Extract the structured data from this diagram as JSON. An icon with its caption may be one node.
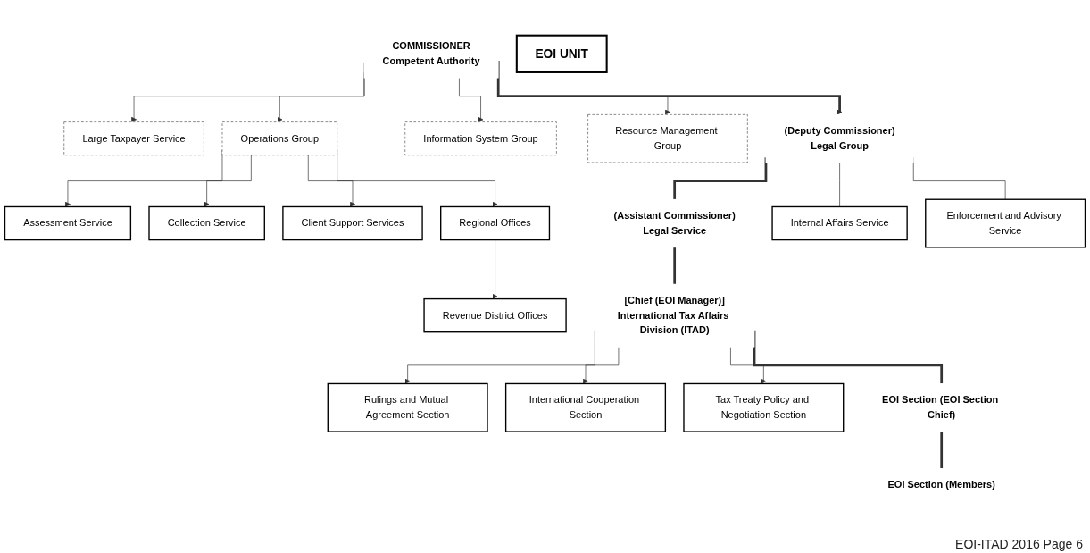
{
  "diagram": {
    "nodes": [
      {
        "text": [
          "COMMISSIONER",
          "Competent Authority"
        ]
      },
      {
        "text": [
          "Large Taxpayer Service"
        ]
      },
      {
        "text": [
          "Operations Group"
        ]
      },
      {
        "text": [
          "Information System Group"
        ]
      },
      {
        "text": [
          "Resource Management Group"
        ]
      },
      {
        "text": [
          "(Deputy Commissioner)",
          "Legal Group"
        ]
      },
      {
        "text": [
          "Assessment Service"
        ]
      },
      {
        "text": [
          "Collection Service"
        ]
      },
      {
        "text": [
          "Client Support Services"
        ]
      },
      {
        "text": [
          "(Assistant Commissioner)",
          "Legal Service"
        ]
      },
      {
        "text": [
          "Internal Affairs Service"
        ]
      },
      {
        "text": [
          "Enforcement and Advisory Service"
        ]
      },
      {
        "text": [
          "[Chief (EOI Manager)]",
          "International Tax Affairs Division (ITAD)"
        ]
      },
      {
        "text": [
          "Regional Offices"
        ]
      },
      {
        "text": [
          "Revenue District Offices"
        ]
      },
      {
        "text": [
          "Rulings and Mutual Agreement Section"
        ]
      },
      {
        "text": [
          "International Cooperation Section"
        ]
      },
      {
        "text": [
          "Tax Treaty Policy and Negotiation Section"
        ]
      },
      {
        "text": [
          "EOI Section (EOI Section Chief)"
        ]
      },
      {
        "text": [
          "EOI Section (Members)"
        ]
      },
      {
        "text": [
          "EOI UNIT"
        ]
      }
    ],
    "edges": [
      {
        "from": 0,
        "to": 1,
        "arrow": "to"
      },
      {
        "from": 0,
        "to": 2,
        "arrow": "to"
      },
      {
        "from": 0,
        "to": 3,
        "arrow": "to"
      },
      {
        "from": 0,
        "to": 4,
        "arrow": "to"
      },
      {
        "from": 0,
        "to": 5,
        "arrow": "to",
        "style": "thick"
      },
      {
        "from": 2,
        "to": 6,
        "arrow": "to"
      },
      {
        "from": 2,
        "to": 7,
        "arrow": "to"
      },
      {
        "from": 2,
        "to": 8,
        "arrow": "to"
      },
      {
        "from": 2,
        "to": 13,
        "arrow": "to"
      },
      {
        "from": 13,
        "to": 14,
        "arrow": "to"
      },
      {
        "from": 5,
        "to": 9,
        "arrow": "none",
        "style": "thick"
      },
      {
        "from": 5,
        "to": 10,
        "arrow": "none"
      },
      {
        "from": 5,
        "to": 11,
        "arrow": "none"
      },
      {
        "from": 9,
        "to": 12,
        "arrow": "none",
        "style": "thick"
      },
      {
        "from": 12,
        "to": 15,
        "arrow": "to"
      },
      {
        "from": 12,
        "to": 16,
        "arrow": "to"
      },
      {
        "from": 12,
        "to": 17,
        "arrow": "to"
      },
      {
        "from": 12,
        "to": 18,
        "arrow": "none",
        "style": "thick"
      },
      {
        "from": 18,
        "to": 19,
        "arrow": "none",
        "style": "thick"
      }
    ],
    "labels": [
      "EOI-ITAD 2016 Page 6"
    ]
  }
}
